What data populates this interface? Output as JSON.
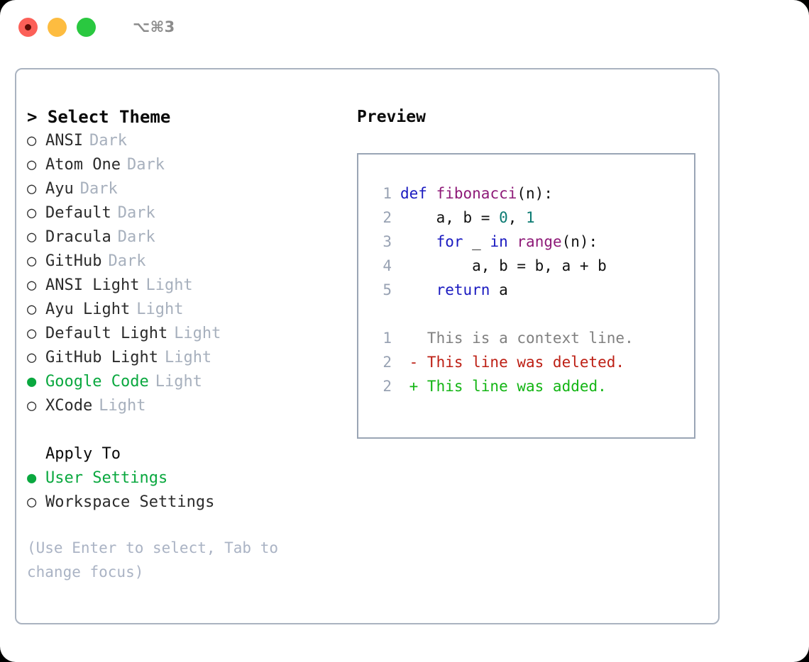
{
  "titlebar": {
    "shortcut": "⌥⌘3",
    "buttons": [
      {
        "name": "close",
        "color": "#fc6058"
      },
      {
        "name": "minimize",
        "color": "#fdbc40"
      },
      {
        "name": "maximize",
        "color": "#2ac840"
      }
    ]
  },
  "theme_picker": {
    "header": "> Select Theme",
    "radio_on": "●",
    "radio_off": "○",
    "selected_color": "#0aa83f",
    "variant_color": "#a7b0bd",
    "items": [
      {
        "label": "ANSI",
        "variant": "Dark",
        "selected": false
      },
      {
        "label": "Atom One",
        "variant": "Dark",
        "selected": false
      },
      {
        "label": "Ayu",
        "variant": "Dark",
        "selected": false
      },
      {
        "label": "Default",
        "variant": "Dark",
        "selected": false
      },
      {
        "label": "Dracula",
        "variant": "Dark",
        "selected": false
      },
      {
        "label": "GitHub",
        "variant": "Dark",
        "selected": false
      },
      {
        "label": "ANSI Light",
        "variant": "Light",
        "selected": false
      },
      {
        "label": "Ayu Light",
        "variant": "Light",
        "selected": false
      },
      {
        "label": "Default Light",
        "variant": "Light",
        "selected": false
      },
      {
        "label": "GitHub Light",
        "variant": "Light",
        "selected": false
      },
      {
        "label": "Google Code",
        "variant": "Light",
        "selected": true
      },
      {
        "label": "XCode",
        "variant": "Light",
        "selected": false
      }
    ]
  },
  "apply_to": {
    "header": "Apply To",
    "options": [
      {
        "label": "User Settings",
        "selected": true
      },
      {
        "label": "Workspace Settings",
        "selected": false
      }
    ]
  },
  "hint": "(Use Enter to select, Tab to change focus)",
  "preview": {
    "header": "Preview",
    "border_color": "#9aa5b5",
    "line_number_color": "#98a2b3",
    "code_lines": [
      {
        "ln": "1",
        "tokens": [
          {
            "t": "def",
            "c": "kw"
          },
          {
            "t": " ",
            "c": "plain"
          },
          {
            "t": "fibonacci",
            "c": "fn"
          },
          {
            "t": "(n):",
            "c": "plain"
          }
        ]
      },
      {
        "ln": "2",
        "tokens": [
          {
            "t": "    a, b = ",
            "c": "plain"
          },
          {
            "t": "0",
            "c": "num"
          },
          {
            "t": ", ",
            "c": "plain"
          },
          {
            "t": "1",
            "c": "num"
          }
        ]
      },
      {
        "ln": "3",
        "tokens": [
          {
            "t": "    ",
            "c": "plain"
          },
          {
            "t": "for",
            "c": "kw"
          },
          {
            "t": " _ ",
            "c": "plain"
          },
          {
            "t": "in",
            "c": "kw"
          },
          {
            "t": " ",
            "c": "plain"
          },
          {
            "t": "range",
            "c": "fn"
          },
          {
            "t": "(n):",
            "c": "plain"
          }
        ]
      },
      {
        "ln": "4",
        "tokens": [
          {
            "t": "        a, b = b, a + b",
            "c": "plain"
          }
        ]
      },
      {
        "ln": "5",
        "tokens": [
          {
            "t": "    ",
            "c": "plain"
          },
          {
            "t": "return",
            "c": "kw"
          },
          {
            "t": " a",
            "c": "plain"
          }
        ]
      }
    ],
    "diff_lines": [
      {
        "ln": "1",
        "tokens": [
          {
            "t": "   This is a context line.",
            "c": "ctx"
          }
        ]
      },
      {
        "ln": "2",
        "tokens": [
          {
            "t": " - This line was deleted.",
            "c": "del"
          }
        ]
      },
      {
        "ln": "2",
        "tokens": [
          {
            "t": " + This line was added.",
            "c": "add"
          }
        ]
      }
    ]
  }
}
